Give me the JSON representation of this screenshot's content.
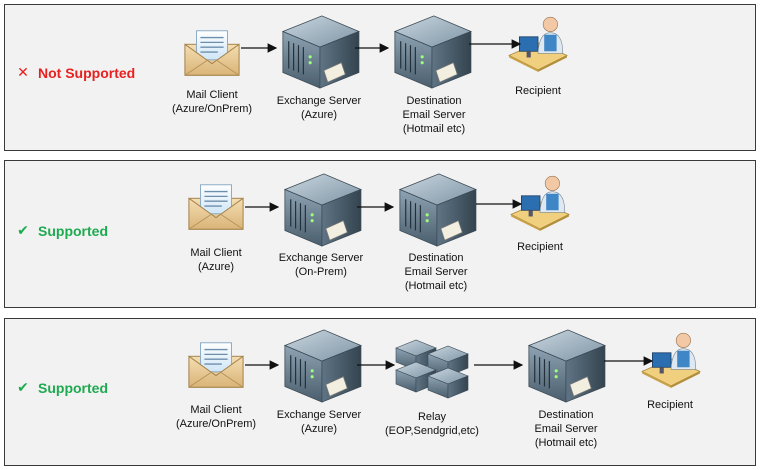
{
  "rows": [
    {
      "status": "Not Supported",
      "status_type": "not-supported",
      "mail_client": [
        "Mail Client",
        "(Azure/OnPrem)"
      ],
      "exchange": [
        "Exchange Server",
        "(Azure)"
      ],
      "destination": [
        "Destination",
        "Email Server",
        "(Hotmail etc)"
      ],
      "recipient": [
        "Recipient"
      ]
    },
    {
      "status": "Supported",
      "status_type": "supported",
      "mail_client": [
        "Mail Client",
        "(Azure)"
      ],
      "exchange": [
        "Exchange Server",
        "(On-Prem)"
      ],
      "destination": [
        "Destination",
        "Email Server",
        "(Hotmail etc)"
      ],
      "recipient": [
        "Recipient"
      ]
    },
    {
      "status": "Supported",
      "status_type": "supported",
      "mail_client": [
        "Mail Client",
        "(Azure/OnPrem)"
      ],
      "exchange": [
        "Exchange Server",
        "(Azure)"
      ],
      "relay": [
        "Relay",
        "(EOP,Sendgrid,etc)"
      ],
      "destination": [
        "Destination",
        "Email Server",
        "(Hotmail etc)"
      ],
      "recipient": [
        "Recipient"
      ]
    }
  ],
  "colors": {
    "not_supported": "#e8201f",
    "supported": "#1eaa50"
  },
  "icons": {
    "not_supported": "cross-icon",
    "supported": "check-icon"
  }
}
